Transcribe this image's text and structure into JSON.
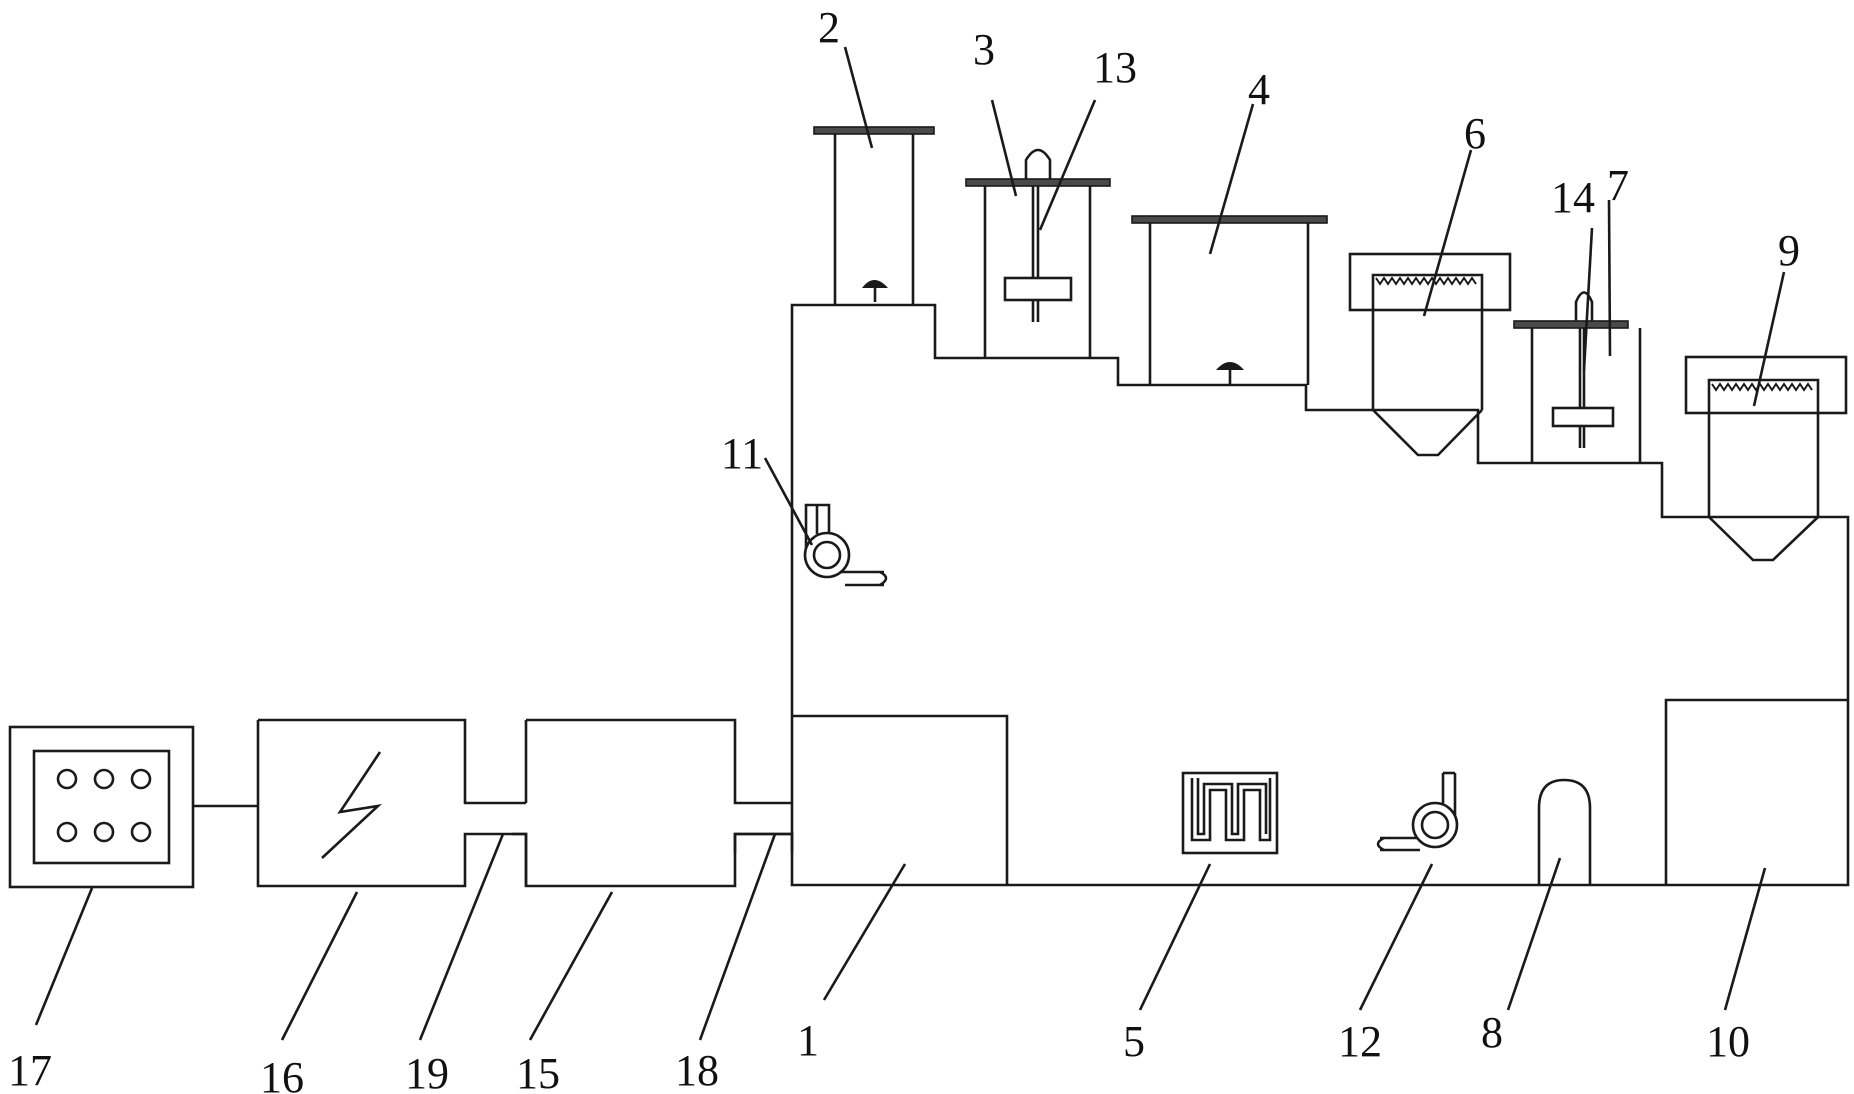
{
  "labels": {
    "l1": "1",
    "l2": "2",
    "l3": "3",
    "l4": "4",
    "l5": "5",
    "l6": "6",
    "l7": "7",
    "l8": "8",
    "l9": "9",
    "l10": "10",
    "l11": "11",
    "l12": "12",
    "l13": "13",
    "l14": "14",
    "l15": "15",
    "l16": "16",
    "l17": "17",
    "l18": "18",
    "l19": "19"
  },
  "icons": {
    "controller": "button-grid-icon",
    "power": "lightning-icon",
    "fan": "blower-fan-icon",
    "heater": "heating-coil-icon",
    "stirrer": "stirrer-icon",
    "filter": "filter-mesh-icon",
    "nozzle": "nozzle-icon"
  },
  "colors": {
    "line": "#1a1a1a",
    "background": "#ffffff"
  }
}
